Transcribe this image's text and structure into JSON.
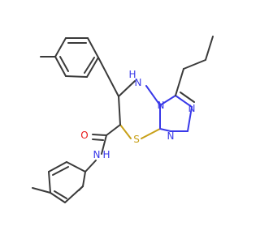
{
  "molecule": {
    "atom_labels": {
      "nh_ring": "N",
      "nh_ring_h": "H",
      "n4": "N",
      "n2": "N",
      "n1": "N",
      "s": "S",
      "amide_o": "O",
      "amide_n": "N",
      "amide_h": "H"
    }
  },
  "colors": {
    "bond": "#3a3a3a",
    "nitrogen": "#3838e8",
    "oxygen": "#e81a1a",
    "sulfur": "#c8a018"
  }
}
